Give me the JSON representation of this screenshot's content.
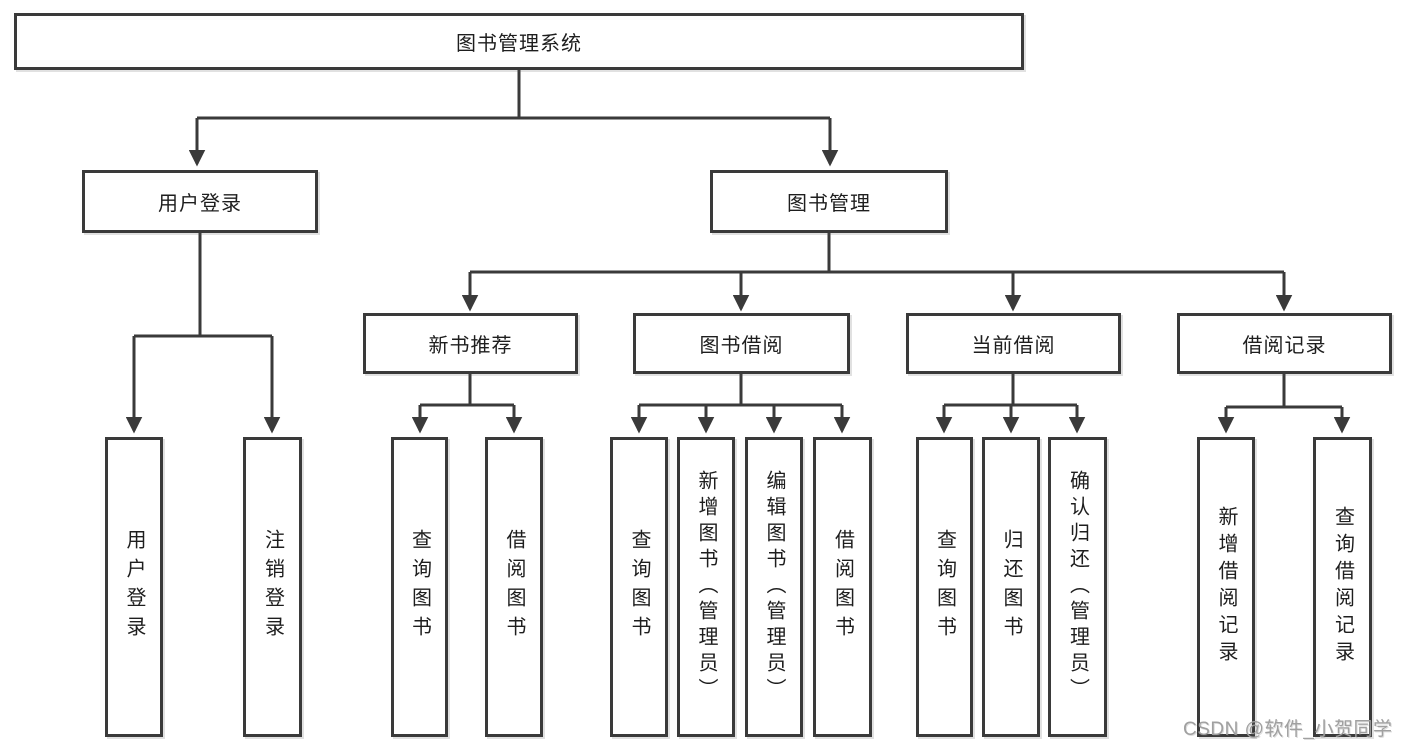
{
  "root": {
    "label": "图书管理系统"
  },
  "level1": {
    "user_login": {
      "label": "用户登录"
    },
    "book_management": {
      "label": "图书管理"
    }
  },
  "branches": {
    "new_book_recommend": {
      "label": "新书推荐"
    },
    "book_borrow": {
      "label": "图书借阅"
    },
    "current_borrow": {
      "label": "当前借阅"
    },
    "borrow_records": {
      "label": "借阅记录"
    }
  },
  "leaves": {
    "user_login": {
      "label": "用户登录"
    },
    "logout": {
      "label": "注销登录"
    },
    "nb_query_books": {
      "label": "查询图书"
    },
    "nb_borrow_books": {
      "label": "借阅图书"
    },
    "bb_query_books": {
      "label": "查询图书"
    },
    "bb_add_books": {
      "label": "新增图书（管理员）"
    },
    "bb_edit_books": {
      "label": "编辑图书（管理员）"
    },
    "bb_borrow_books": {
      "label": "借阅图书"
    },
    "cb_query_books": {
      "label": "查询图书"
    },
    "cb_return_books": {
      "label": "归还图书"
    },
    "cb_confirm_return": {
      "label": "确认归还（管理员）"
    },
    "rec_add_record": {
      "label": "新增借阅记录"
    },
    "rec_query_record": {
      "label": "查询借阅记录"
    }
  },
  "watermark": {
    "label": "CSDN @软件_小贺同学"
  },
  "colors": {
    "line": "#3a3a3a",
    "border": "#3a3a3a",
    "text": "#1e1e1e",
    "watermark": "#a0a0a0",
    "background": "#ffffff"
  }
}
